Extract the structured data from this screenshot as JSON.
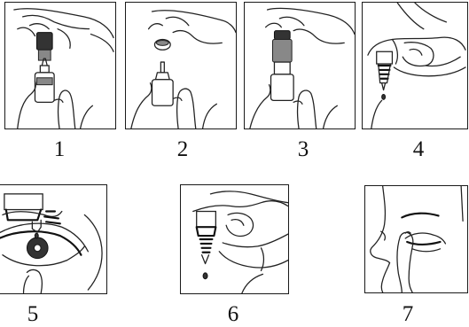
{
  "steps": [
    {
      "number": "1"
    },
    {
      "number": "2"
    },
    {
      "number": "3"
    },
    {
      "number": "4"
    },
    {
      "number": "5"
    },
    {
      "number": "6"
    },
    {
      "number": "7"
    }
  ],
  "icons": [
    "bottle-with-cap-icon",
    "cap-removed-icon",
    "bottle-inverted-icon",
    "drop-dispensing-icon",
    "eye-application-icon",
    "bottle-squeeze-icon",
    "tear-duct-press-icon"
  ]
}
